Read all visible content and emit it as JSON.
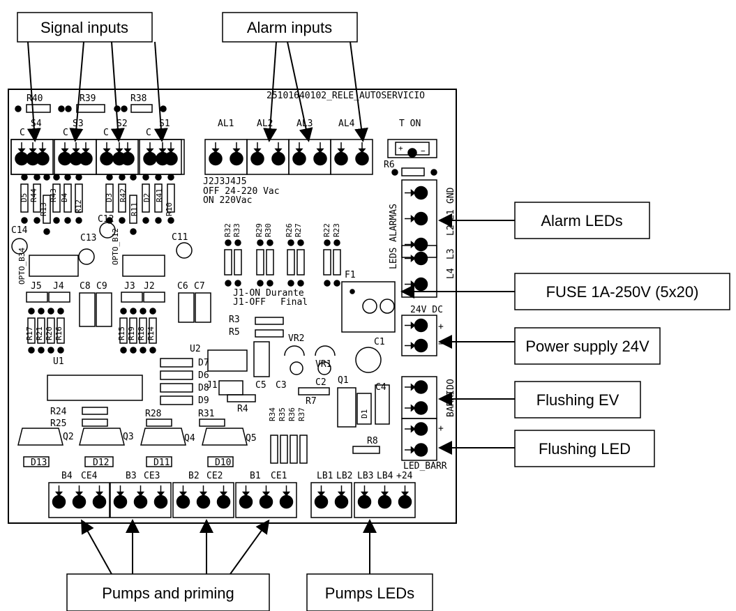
{
  "callouts": {
    "signal_inputs": "Signal inputs",
    "alarm_inputs": "Alarm inputs",
    "alarm_leds": "Alarm LEDs",
    "fuse": "FUSE 1A-250V (5x20)",
    "power_supply": "Power supply 24V",
    "flushing_ev": "Flushing EV",
    "flushing_led": "Flushing LED",
    "pumps_priming": "Pumps and priming",
    "pumps_leds": "Pumps LEDs"
  },
  "board": {
    "title": "25101640102_RELE_AUTOSERVICIO",
    "resistors_top": [
      "R40",
      "R39",
      "R38"
    ],
    "signal_terminal_labels": [
      "C",
      "S4",
      "C",
      "S3",
      "C",
      "S2",
      "C",
      "S1"
    ],
    "alarm_terminal_labels": [
      "AL1",
      "AL2",
      "AL3",
      "AL4"
    ],
    "t_on": "T ON",
    "r6": "R6",
    "jumper_note": [
      "J2J3J4J5",
      "OFF  24-220 Vac",
      "ON 220Vac"
    ],
    "leds_alarmas": "LEDS ALARMAS",
    "alarm_led_labels": [
      "GND",
      "L1",
      "L2",
      "L3",
      "L4"
    ],
    "left_diodes": [
      "D5",
      "R44",
      "R13",
      "R43",
      "D4",
      "R12",
      "D3",
      "R42",
      "R11",
      "D2",
      "R41",
      "R10"
    ],
    "caps_left": [
      "C14",
      "C13",
      "C12",
      "C11"
    ],
    "opto_labels": [
      "OPTO_B34",
      "OPTO_B12"
    ],
    "jumpers": [
      "J5",
      "J4",
      "J3",
      "J2"
    ],
    "caps_mid": [
      "C8",
      "C9",
      "C6",
      "C7"
    ],
    "resistor_pairs": [
      "R32",
      "R33",
      "R29",
      "R30",
      "R26",
      "R27",
      "R22",
      "R23"
    ],
    "j1_note": [
      "J1-ON Durante",
      "J1-OFF",
      "Final"
    ],
    "f1": "F1",
    "power_label": "24V  DC",
    "plus": "+",
    "minus": "−",
    "lower_resistors": [
      "R17",
      "R21",
      "R20",
      "R16",
      "R15",
      "R19",
      "R18",
      "R14"
    ],
    "u1": "U1",
    "u2": "U2",
    "mid_parts": [
      "R3",
      "R5",
      "VR2",
      "VR1",
      "C1",
      "C3",
      "C2",
      "C5",
      "J1",
      "R7",
      "R4",
      "Q1",
      "C4",
      "D1",
      "R8"
    ],
    "diodes_mid": [
      "D7",
      "D6",
      "D8",
      "D9"
    ],
    "lower_res": [
      "R24",
      "R25",
      "R28",
      "R31"
    ],
    "transistors": [
      "Q2",
      "Q3",
      "Q4",
      "Q5"
    ],
    "vert_res": [
      "R34",
      "R35",
      "R36",
      "R37"
    ],
    "bottom_diodes": [
      "D13",
      "D12",
      "D11",
      "D10"
    ],
    "barrido": "BARRIDO",
    "led_barr": "LED_BARR",
    "pump_terminal_labels": [
      "B4",
      "CE4",
      "B3",
      "CE3",
      "B2",
      "CE2",
      "B1",
      "CE1"
    ],
    "led_terminal_labels": [
      "LB1",
      "LB2",
      "LB3",
      "LB4",
      "+24"
    ]
  }
}
